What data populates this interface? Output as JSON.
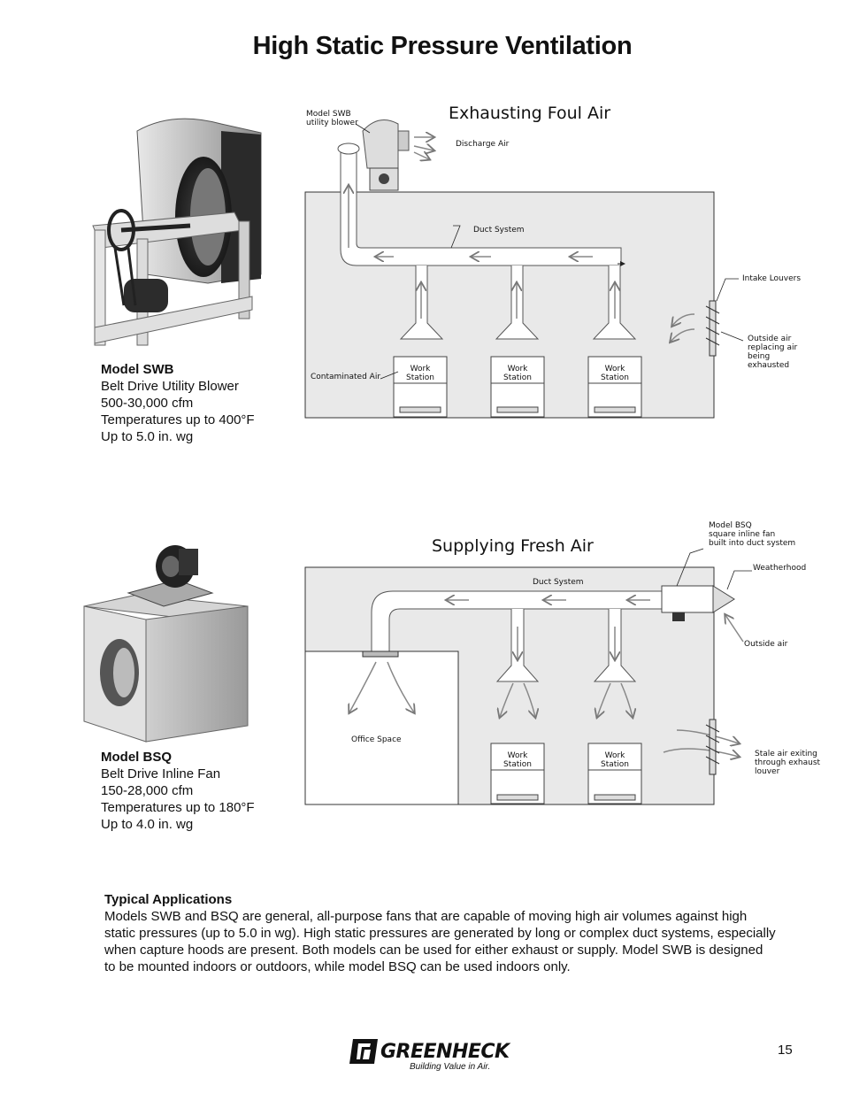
{
  "page": {
    "title": "High Static Pressure Ventilation",
    "page_number": "15"
  },
  "swb": {
    "name": "Model SWB",
    "lines": [
      "Belt Drive Utility Blower",
      "500-30,000 cfm",
      "Temperatures up to 400°F",
      "Up to 5.0 in. wg"
    ]
  },
  "bsq": {
    "name": "Model BSQ",
    "lines": [
      "Belt Drive Inline Fan",
      "150-28,000 cfm",
      "Temperatures up to 180°F",
      "Up to 4.0 in. wg"
    ]
  },
  "exhaust_diagram": {
    "title": "Exhausting Foul Air",
    "blower_label": [
      "Model  SWB",
      "utility blower"
    ],
    "discharge": "Discharge Air",
    "duct": "Duct System",
    "intake": "Intake Louvers",
    "outside": [
      "Outside air",
      "replacing air",
      "being",
      "exhausted"
    ],
    "contaminated": "Contaminated Air",
    "workstation": [
      "Work",
      "Station"
    ]
  },
  "supply_diagram": {
    "title": "Supplying Fresh Air",
    "fan_label": [
      "Model BSQ",
      "square inline fan",
      "built into duct system"
    ],
    "weatherhood": "Weatherhood",
    "duct": "Duct System",
    "outside": "Outside air",
    "office": "Office Space",
    "stale": [
      "Stale air exiting",
      "through exhaust",
      "louver"
    ],
    "workstation": [
      "Work",
      "Station"
    ]
  },
  "applications": {
    "heading": "Typical Applications",
    "body": "Models SWB and BSQ are general, all-purpose fans that are capable of moving high air volumes against high static pressures (up to 5.0 in wg). High static pressures are generated by long or complex duct systems, especially when capture hoods are present. Both models can be used for either exhaust or supply. Model SWB is designed to be mounted indoors or outdoors, while model BSQ can be used indoors only."
  },
  "footer": {
    "brand": "GREENHECK",
    "tagline": "Building Value in Air."
  }
}
